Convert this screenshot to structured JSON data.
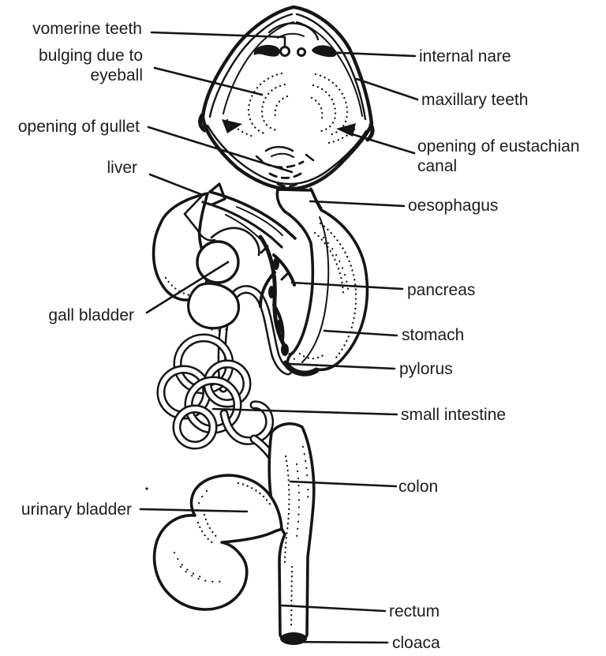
{
  "colors": {
    "background": "#ffffff",
    "ink": "#151515",
    "text": "#1d1d1d"
  },
  "labels": {
    "vomerine_teeth": "vomerine teeth",
    "bulging_eyeball": "bulging due to eyeball",
    "opening_of_gullet": "opening of gullet",
    "liver": "liver",
    "gall_bladder": "gall bladder",
    "urinary_bladder": "urinary bladder",
    "internal_nare": "internal nare",
    "maxillary_teeth": "maxillary teeth",
    "eustachian_canal": "opening of eustachian canal",
    "oesophagus": "oesophagus",
    "pancreas": "pancreas",
    "stomach": "stomach",
    "pylorus": "pylorus",
    "small_intestine": "small intestine",
    "colon": "colon",
    "rectum": "rectum",
    "cloaca": "cloaca"
  }
}
